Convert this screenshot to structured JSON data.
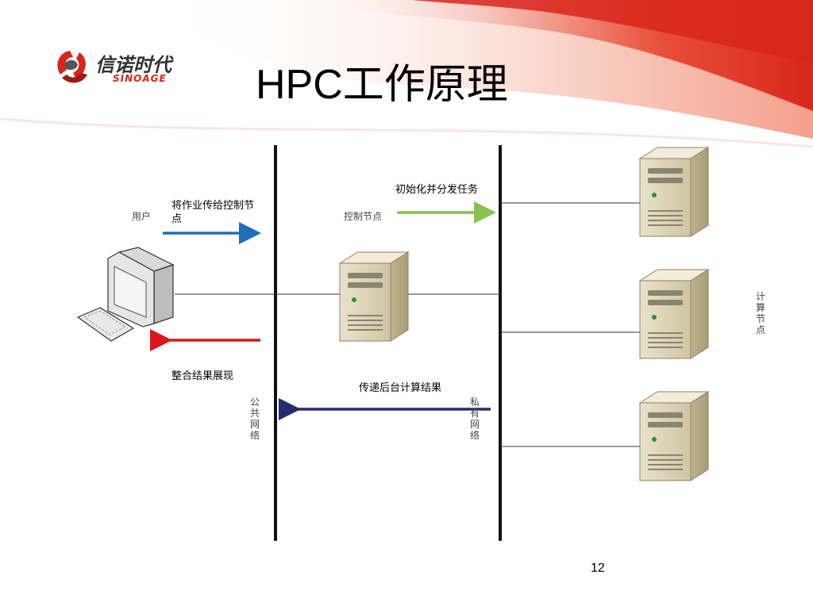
{
  "slide": {
    "title": "HPC工作原理",
    "page_number": "12"
  },
  "logo": {
    "name_cn": "信诺时代",
    "name_en": "SINOAGE"
  },
  "diagram": {
    "nodes": {
      "user": "用户",
      "control": "控制节点",
      "compute": "计算节点"
    },
    "networks": {
      "public": "公共网络",
      "private": "私有网络"
    },
    "arrows": {
      "submit_job": "将作业传给控制节点",
      "init_dispatch": "初始化并分发任务",
      "present_result": "整合结果展现",
      "return_result": "传递后台计算结果"
    }
  },
  "colors": {
    "header_red": "#d8261c",
    "arrow_blue": "#1f6fb9",
    "arrow_green": "#86c352",
    "arrow_red": "#e0141b",
    "arrow_navy": "#232d6b"
  }
}
